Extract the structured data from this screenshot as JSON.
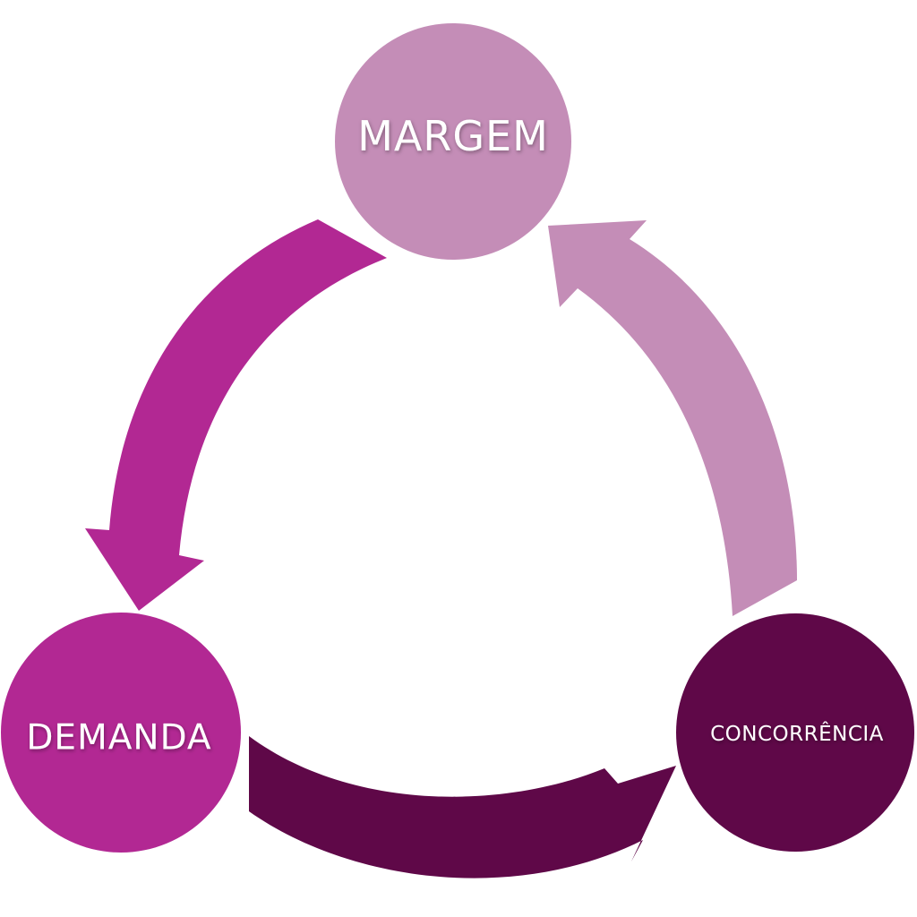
{
  "nodes": {
    "margem": {
      "label": "MARGEM"
    },
    "demanda": {
      "label": "DEMANDA"
    },
    "concorrencia": {
      "label": "CONCORRÊNCIA"
    }
  },
  "colors": {
    "margem": "#c48db7",
    "demanda": "#b22893",
    "concorrencia": "#5f0848",
    "background": "#ffffff",
    "label": "#ffffff"
  }
}
